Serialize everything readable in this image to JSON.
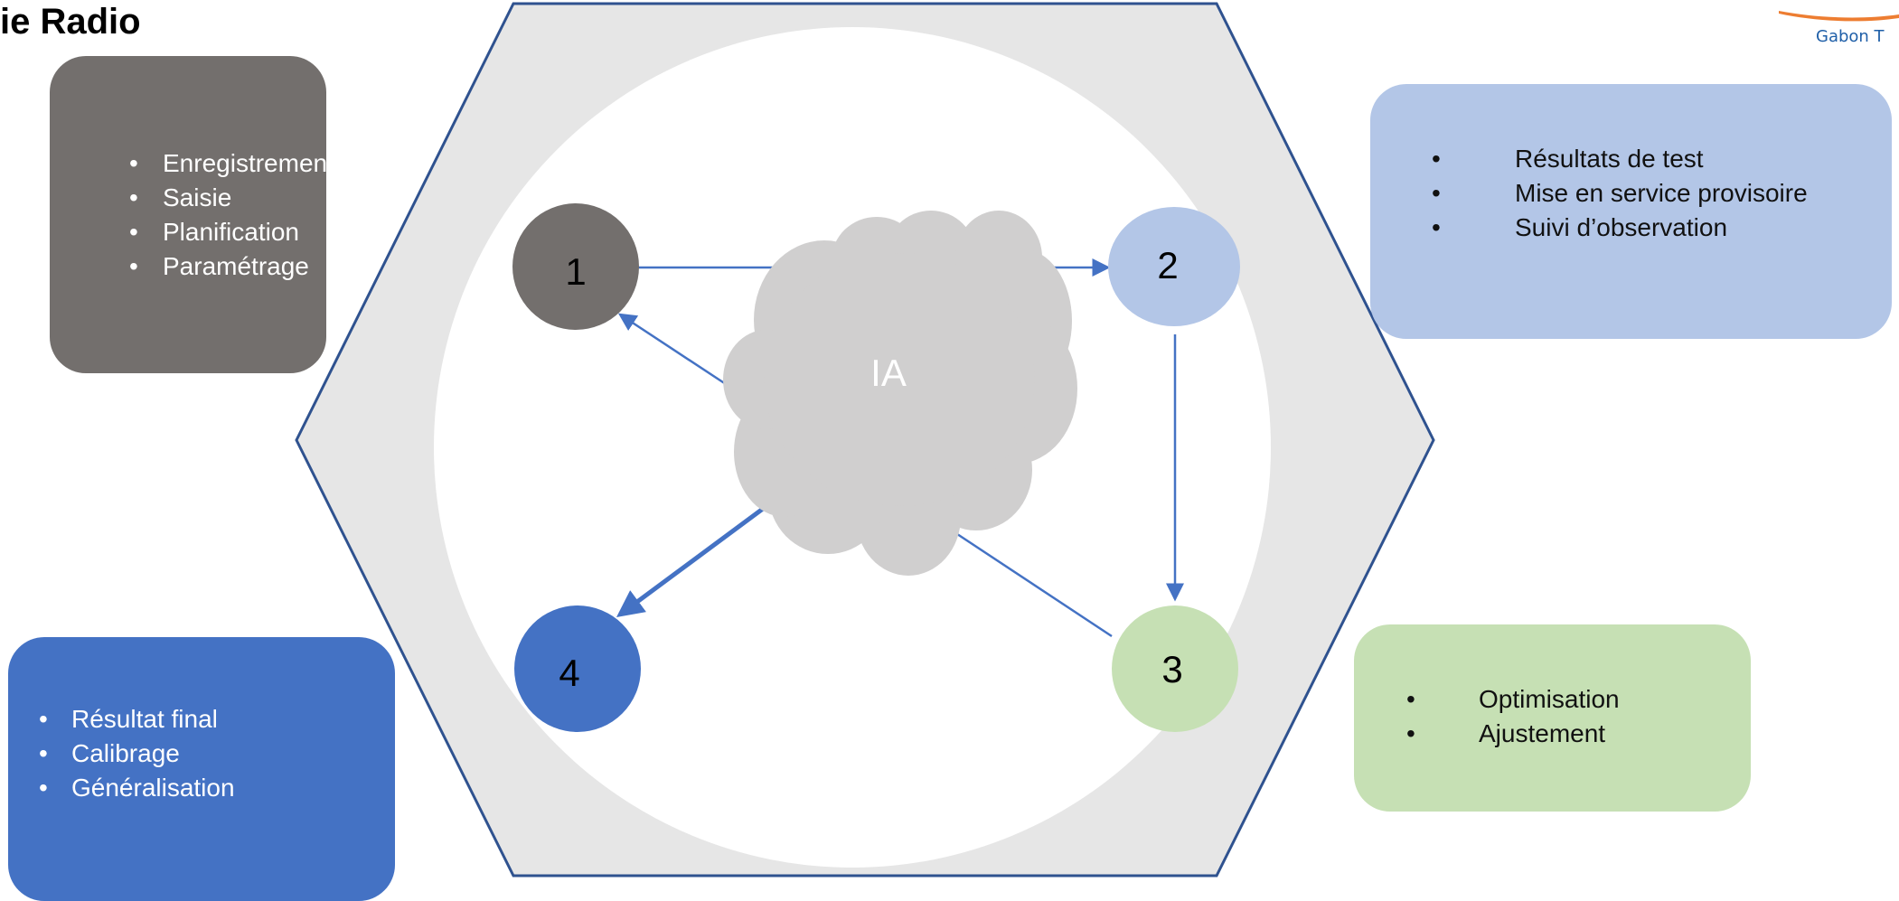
{
  "title": "ie Radio",
  "logo": {
    "text": "Gabon T"
  },
  "center": {
    "label": "IA"
  },
  "steps": [
    {
      "number": "1",
      "color": "#736f6d",
      "text_color": "#000000"
    },
    {
      "number": "2",
      "color": "#b3c6e7",
      "text_color": "#000000"
    },
    {
      "number": "3",
      "color": "#c6e0b4",
      "text_color": "#000000"
    },
    {
      "number": "4",
      "color": "#4472c4",
      "text_color": "#000000"
    }
  ],
  "panels": {
    "step1": {
      "items": [
        "Enregistrement",
        "Saisie",
        "Planification",
        "Paramétrage"
      ]
    },
    "step2": {
      "items": [
        "Résultats de test",
        "Mise en service provisoire",
        "Suivi d’observation"
      ]
    },
    "step3": {
      "items": [
        "Optimisation",
        "Ajustement"
      ]
    },
    "step4": {
      "items": [
        "Résultat final",
        "Calibrage",
        "Généralisation"
      ]
    }
  },
  "colors": {
    "hexagon_fill": "#e6e6e6",
    "hexagon_stroke": "#2f528f",
    "inner_circle": "#ffffff",
    "cloud": "#d0cfcf",
    "arrow": "#4472c4",
    "logo_accent": "#ed7d31"
  }
}
